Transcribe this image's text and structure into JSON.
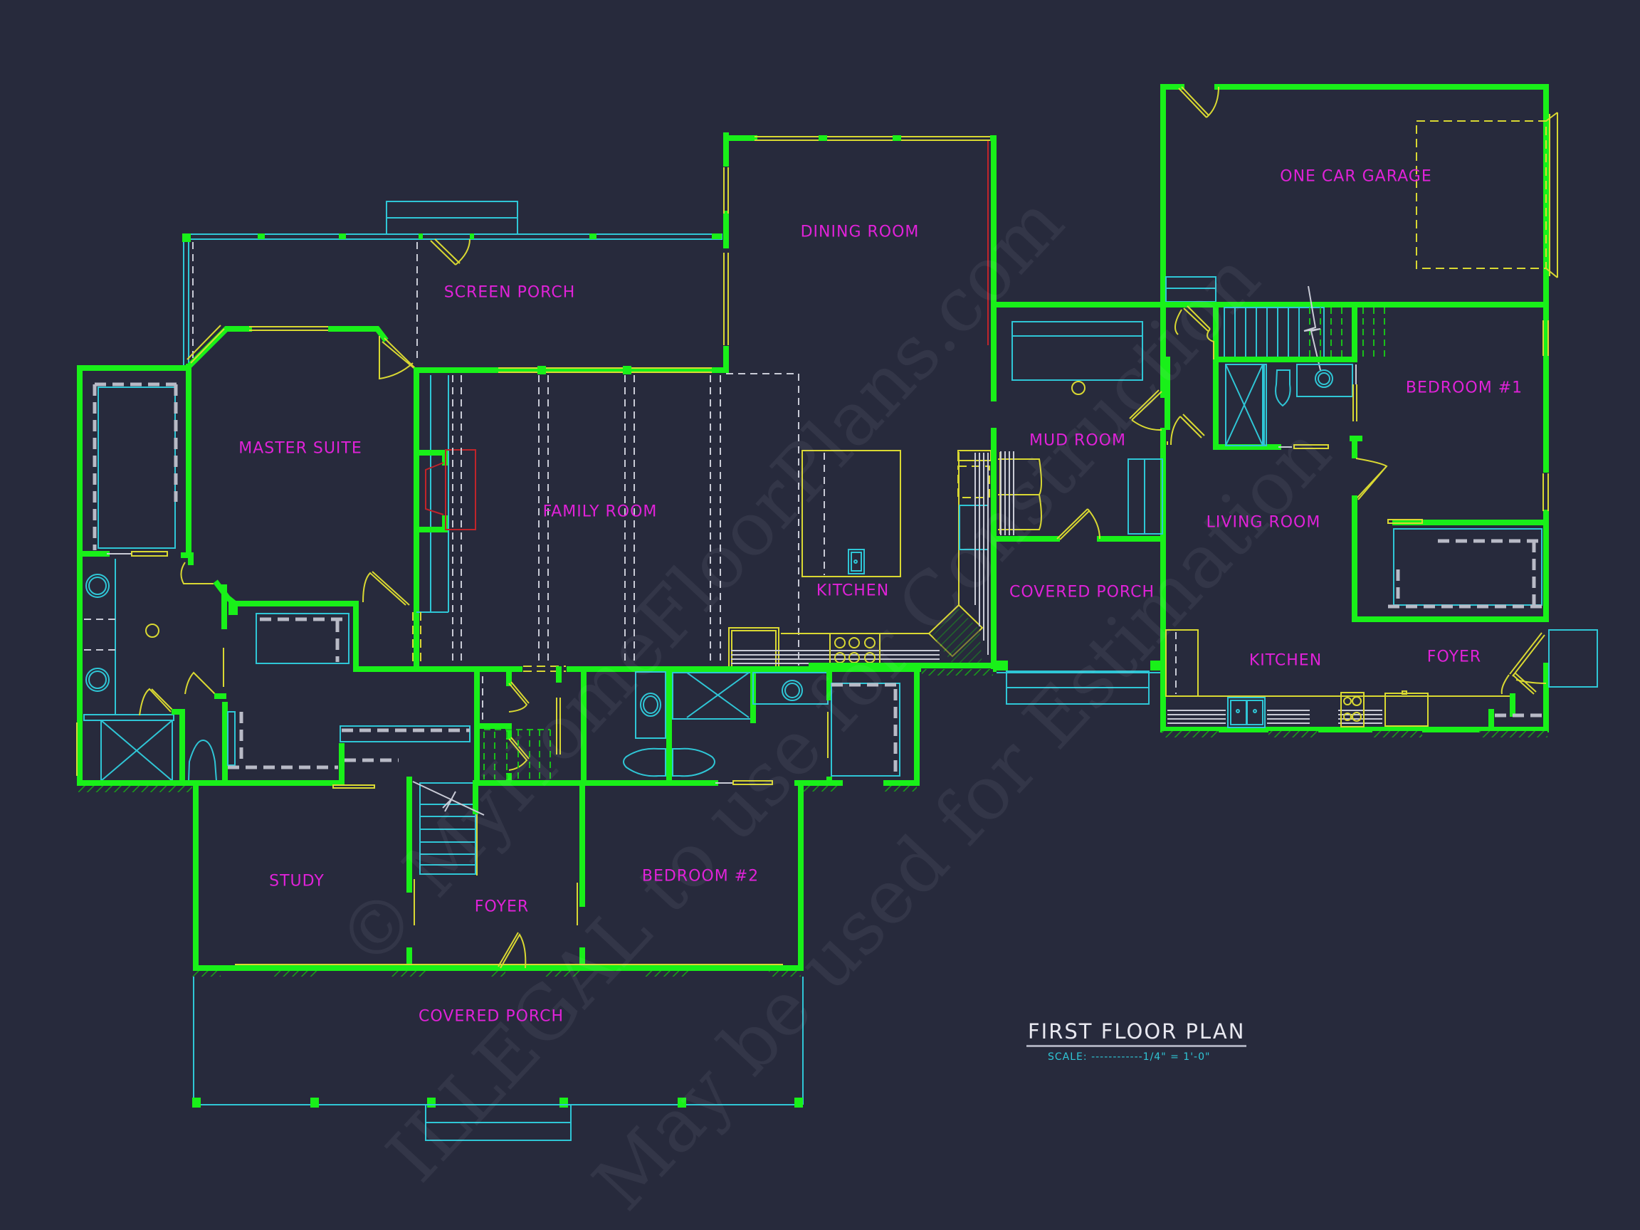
{
  "drawing": {
    "title": "FIRST FLOOR PLAN",
    "scale_label": "SCALE:",
    "scale_value": "------------1/4\" = 1'-0\"",
    "background_color": "#272a3c",
    "colors": {
      "walls": "#19f019",
      "fixtures": "#2fc6d6",
      "doors_windows": "#d9d832",
      "room_labels": "#e022d8",
      "fireplace": "#c0242a",
      "dashed": "#c9cbd6"
    }
  },
  "rooms": [
    {
      "id": "screen-porch",
      "label": "SCREEN PORCH"
    },
    {
      "id": "dining-room",
      "label": "DINING ROOM"
    },
    {
      "id": "one-car-garage",
      "label": "ONE CAR GARAGE"
    },
    {
      "id": "master-suite",
      "label": "MASTER SUITE"
    },
    {
      "id": "family-room",
      "label": "FAMILY ROOM"
    },
    {
      "id": "kitchen-main",
      "label": "KITCHEN"
    },
    {
      "id": "mud-room",
      "label": "MUD ROOM"
    },
    {
      "id": "covered-porch-side",
      "label": "COVERED PORCH"
    },
    {
      "id": "bedroom-1",
      "label": "BEDROOM #1"
    },
    {
      "id": "living-room",
      "label": "LIVING ROOM"
    },
    {
      "id": "kitchen-suite",
      "label": "KITCHEN"
    },
    {
      "id": "foyer-suite",
      "label": "FOYER"
    },
    {
      "id": "study",
      "label": "STUDY"
    },
    {
      "id": "foyer-main",
      "label": "FOYER"
    },
    {
      "id": "bedroom-2",
      "label": "BEDROOM #2"
    },
    {
      "id": "covered-porch-front",
      "label": "COVERED PORCH"
    }
  ],
  "watermark": {
    "line1": "© MyHomeFloorPlans.com",
    "line2": "ILLEGAL to use for Construction",
    "line3": "May be used for Estimation"
  }
}
